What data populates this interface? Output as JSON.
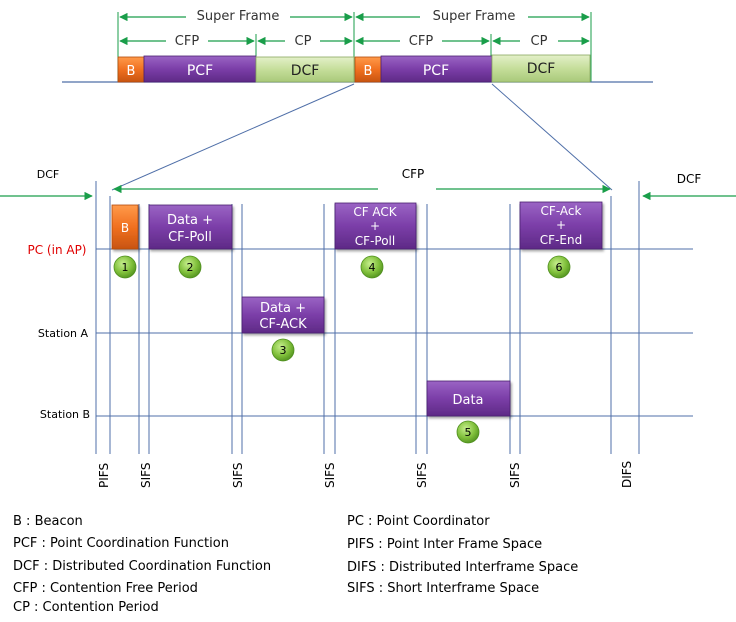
{
  "superframe": {
    "label_1": "Super Frame",
    "label_2": "Super Frame",
    "cfp_1": "CFP",
    "cp_1": "CP",
    "cfp_2": "CFP",
    "cp_2": "CP",
    "b_1": "B",
    "pcf_1": "PCF",
    "dcf_1": "DCF",
    "b_2": "B",
    "pcf_2": "PCF",
    "dcf_2": "DCF"
  },
  "timeline": {
    "dcf_left": "DCF",
    "cfp": "CFP",
    "dcf_right": "DCF",
    "rows": [
      "PC (in AP)",
      "Station A",
      "Station B"
    ],
    "frames": {
      "beacon": "B",
      "data_cfpoll": [
        "Data +",
        "CF-Poll"
      ],
      "data_cfack": [
        "Data +",
        "CF-ACK"
      ],
      "cfack_cfpoll": [
        "CF ACK",
        "+",
        "CF-Poll"
      ],
      "data": "Data",
      "cfack_cfend": [
        "CF-Ack",
        "+",
        "CF-End"
      ]
    },
    "steps": [
      "1",
      "2",
      "3",
      "4",
      "5",
      "6"
    ],
    "spaces": [
      "PIFS",
      "SIFS",
      "SIFS",
      "SIFS",
      "SIFS",
      "SIFS",
      "DIFS"
    ]
  },
  "legend": [
    "B : Beacon",
    "PCF : Point Coordination Function",
    "DCF : Distributed Coordination Function",
    "CFP : Contention Free Period",
    "CP : Contention Period",
    "PC : Point Coordinator",
    "PIFS : Point Inter Frame Space",
    "DIFS : Distributed Interframe Space",
    "SIFS : Short Interframe Space"
  ],
  "colors": {
    "orange": "#f07020",
    "purple": "#7d3fa8",
    "green_box": "#c5de9a",
    "green_dot": "#7fbf3a",
    "line_blue": "#4f6fa8",
    "arrow_green": "#1a9e4a",
    "pc_label": "#e00000"
  }
}
